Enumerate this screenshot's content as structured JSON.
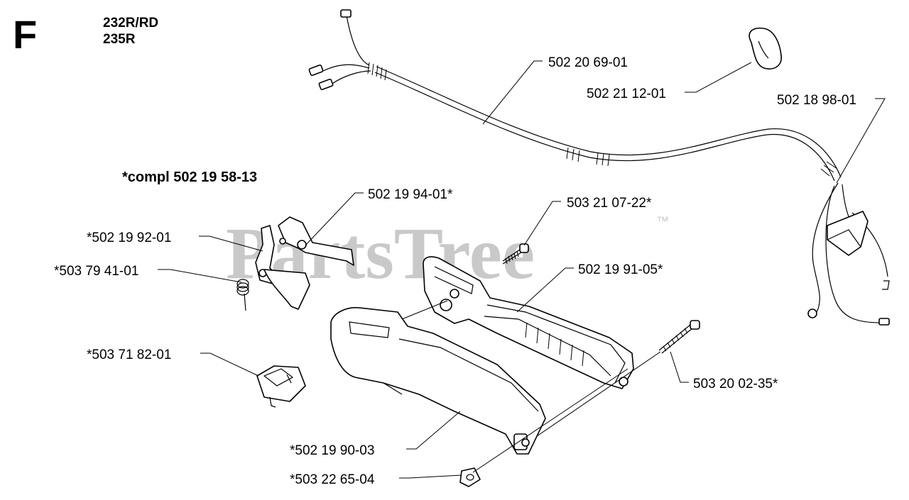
{
  "header": {
    "section_letter": "F",
    "models": [
      "232R/RD",
      "235R"
    ],
    "kit_note": "*compl 502 19 58-13"
  },
  "watermark": {
    "text": "PartsTree",
    "mark": "™"
  },
  "parts": [
    {
      "id": "throttle-cable",
      "label": "502 20 69-01"
    },
    {
      "id": "clip",
      "label": "502 21 12-01"
    },
    {
      "id": "stop-wire",
      "label": "502 18 98-01"
    },
    {
      "id": "throttle-lever",
      "label": "502 19 94-01*"
    },
    {
      "id": "lockout",
      "label": "*502 19 92-01"
    },
    {
      "id": "spring",
      "label": "*503 79 41-01"
    },
    {
      "id": "screw-top",
      "label": "503 21 07-22*"
    },
    {
      "id": "handle-right",
      "label": "502 19 91-05*"
    },
    {
      "id": "stop-switch",
      "label": "*503 71 82-01"
    },
    {
      "id": "screw-long",
      "label": "503 20 02-35*"
    },
    {
      "id": "handle-left",
      "label": "*502 19 90-03"
    },
    {
      "id": "nut",
      "label": "*503 22 65-04"
    }
  ]
}
